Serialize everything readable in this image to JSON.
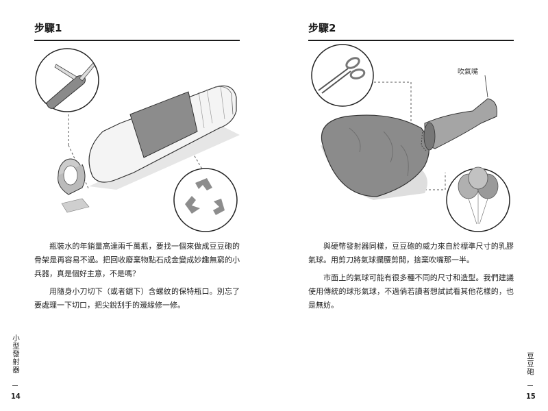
{
  "left": {
    "step_title": "步驟1",
    "paragraphs": [
      "瓶裝水的年銷量高達兩千萬瓶，要找一個來做成豆豆砲的骨架是再容易不過。把回收廢棄物點石成金變成妙趣無窮的小兵器，真是個好主意，不是嗎？",
      "用隨身小刀切下（或者鋸下）含螺紋的保特瓶口。別忘了要處理一下切口，把尖銳刮手的邊緣修一修。"
    ],
    "side_label": "小型發射器",
    "page_number": "14"
  },
  "right": {
    "step_title": "步驟2",
    "callout": "吹氣嘴",
    "paragraphs": [
      "與硬幣發射器同樣，豆豆砲的威力來自於標準尺寸的乳膠氣球。用剪刀將氣球攔腰剪開，捨棄吹嘴那一半。",
      "市面上的氣球可能有很多種不同的尺寸和造型。我們建議使用傳統的球形氣球，不過倘若讀者想試試看其他花樣的，也是無妨。"
    ],
    "side_label": "豆豆砲",
    "page_number": "15"
  },
  "icons": {
    "knife": "pocket-knife-icon",
    "recycle": "recycle-icon",
    "scissors": "scissors-icon",
    "balloons": "balloons-icon"
  }
}
